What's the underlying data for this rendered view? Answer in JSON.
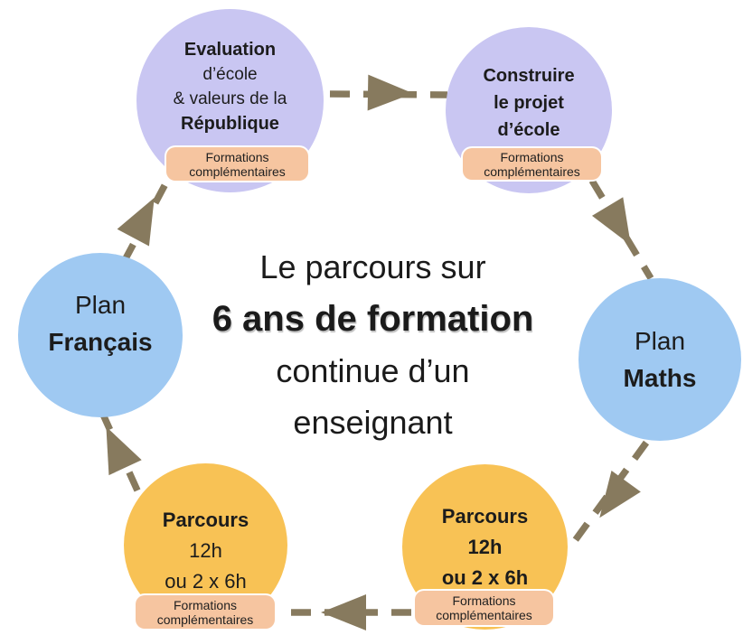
{
  "center_title": {
    "line1": "Le parcours sur",
    "line2": "6 ans de formation",
    "line3": "continue d’un",
    "line4": "enseignant"
  },
  "nodes": {
    "evaluation": {
      "line1": "Evaluation",
      "line2": "d’école",
      "line3": "& valeurs de la",
      "line4": "République",
      "badge_line1": "Formations",
      "badge_line2": "complémentaires"
    },
    "construire": {
      "line1": "Construire",
      "line2": "le projet",
      "line3": "d’école",
      "badge_line1": "Formations",
      "badge_line2": "complémentaires"
    },
    "plan_maths": {
      "line1": "Plan",
      "line2": "Maths"
    },
    "parcours_droite": {
      "line1": "Parcours",
      "line2": "12h",
      "line3": "ou 2 x 6h",
      "badge_line1": "Formations",
      "badge_line2": "complémentaires"
    },
    "parcours_gauche": {
      "line1": "Parcours",
      "line2": "12h",
      "line3": "ou 2 x 6h",
      "badge_line1": "Formations",
      "badge_line2": "complémentaires"
    },
    "plan_francais": {
      "line1": "Plan",
      "line2": "Français"
    }
  },
  "colors": {
    "lavender_circle": "#c9c6f2",
    "blue_circle": "#9fc9f2",
    "orange_circle": "#f8c255",
    "badge_background": "#f6c5a0",
    "arrow": "#877a5e",
    "text": "#1c1c1c"
  }
}
